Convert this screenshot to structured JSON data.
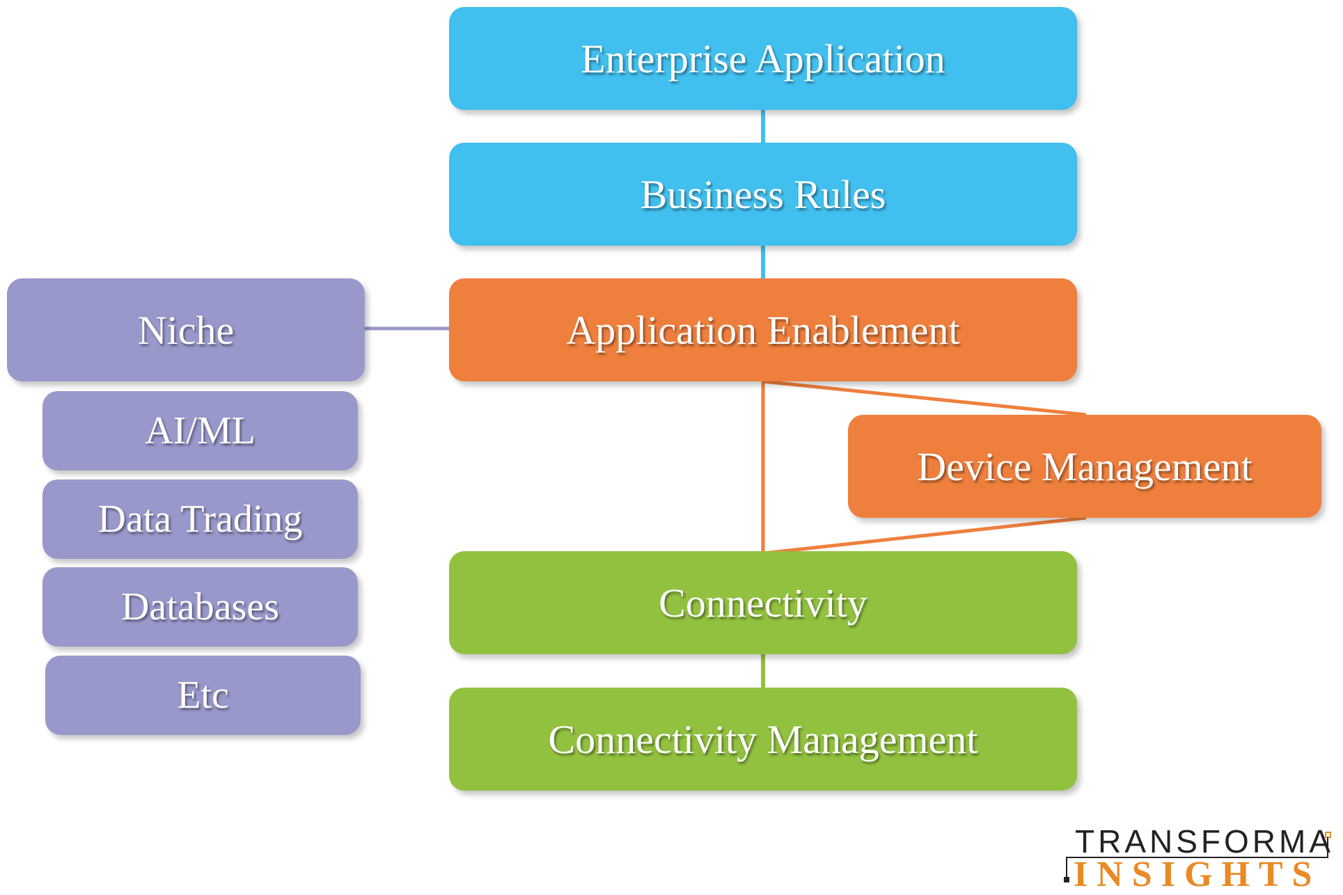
{
  "stack": {
    "enterprise_application": "Enterprise Application",
    "business_rules": "Business Rules",
    "application_enablement": "Application Enablement",
    "device_management": "Device Management",
    "connectivity": "Connectivity",
    "connectivity_management": "Connectivity Management"
  },
  "niche": {
    "title": "Niche",
    "items": [
      "AI/ML",
      "Data Trading",
      "Databases",
      "Etc"
    ]
  },
  "logo": {
    "line1": "TRANSFORMA",
    "line2": "INSIGHTS"
  },
  "colors": {
    "blue": "#41bfef",
    "orange": "#ef7f3d",
    "green": "#92c13f",
    "purple": "#9898cb",
    "logo_orange": "#e98a24"
  }
}
